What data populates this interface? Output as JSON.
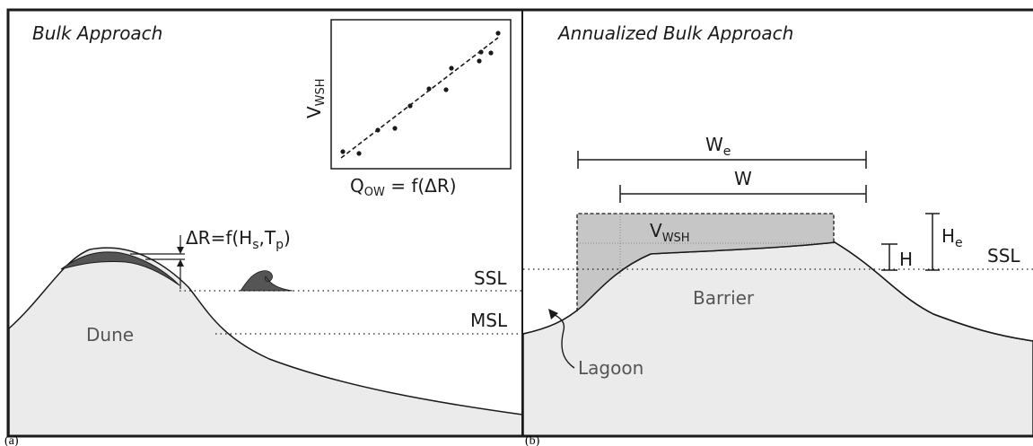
{
  "panel_a": {
    "title": "Bulk Approach",
    "dune_label": "Dune",
    "ssl_label": "SSL",
    "msl_label": "MSL",
    "runup_prefix": "ΔR=f(H",
    "runup_sub1": "s",
    "runup_mid": ",T",
    "runup_sub2": "p",
    "runup_suffix": ")",
    "inset_ylabel_main": "V",
    "inset_ylabel_sub": "WSH",
    "inset_xlabel_main": "Q",
    "inset_xlabel_sub": "OW",
    "inset_xlabel_rest": " = f(ΔR)",
    "caption": "(a)"
  },
  "panel_b": {
    "title": "Annualized Bulk Approach",
    "barrier_label": "Barrier",
    "lagoon_label": "Lagoon",
    "ssl_label": "SSL",
    "we_main": "W",
    "we_sub": "e",
    "w_label": "W",
    "vwsh_main": "V",
    "vwsh_sub": "WSH",
    "h_label": "H",
    "he_main": "H",
    "he_sub": "e",
    "caption": "(b)"
  },
  "colors": {
    "ground": "#ebebeb",
    "washover": "#c6c6c6",
    "dune_cap": "#555555",
    "line": "#1a1a1a"
  }
}
